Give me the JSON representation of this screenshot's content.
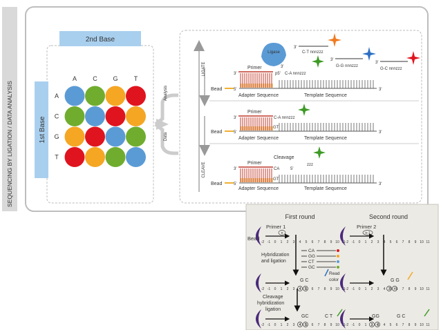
{
  "side_label": "SEQUENCING BY LIGATION / DATA ANALYSIS",
  "matrix": {
    "second_base_label": "2nd Base",
    "first_base_label": "1st Base",
    "columns": [
      "A",
      "C",
      "G",
      "T"
    ],
    "rows": [
      "A",
      "C",
      "G",
      "T"
    ],
    "colors": {
      "blue": "#5b9bd5",
      "green": "#70ad2f",
      "orange": "#f5a623",
      "red": "#e0141e"
    },
    "grid": [
      [
        "blue",
        "green",
        "orange",
        "red"
      ],
      [
        "green",
        "blue",
        "red",
        "orange"
      ],
      [
        "orange",
        "red",
        "blue",
        "green"
      ],
      [
        "red",
        "orange",
        "green",
        "blue"
      ]
    ]
  },
  "connector": {
    "analysis": "Analysis",
    "data": "Data"
  },
  "steps": {
    "ligate": "LIGATE",
    "cleave": "CLEAVE"
  },
  "panels": {
    "ligase": "Ligase",
    "primer": "Primer",
    "bead": "Bead",
    "adapter_sequence": "Adapter Sequence",
    "template_sequence": "Template Sequence",
    "cleavage": "Cleavage",
    "five_prime": "5'",
    "three_prime": "3'",
    "p5": "p5'",
    "probe_ca": "CA",
    "probe_ct": "CT",
    "probe_gg": "GG",
    "probe_gc": "GC",
    "gt": "GT",
    "ca_n": "C-A nnnzzz",
    "ct_n": "C-T nnnzzz",
    "gg_n": "G-G nnnzzz",
    "gc_n": "G-C nnnzzz",
    "cleaved_tail": "zzz"
  },
  "inset": {
    "first_round": "First round",
    "second_round": "Second round",
    "primer1": "Primer 1",
    "primer2": "Primer 2",
    "primer1_tag": "n",
    "primer2_tag": "n-1",
    "bead": "Bead",
    "hybridization": [
      "Hybridization",
      "and ligation"
    ],
    "cleavage": [
      "Cleavage",
      "hybridization",
      "ligation"
    ],
    "read_color": [
      "Read",
      "color"
    ],
    "probes": [
      "CA",
      "GG",
      "CT",
      "GC"
    ],
    "scale": [
      "-2",
      "-1",
      "0",
      "1",
      "2",
      "3",
      "4",
      "5",
      "6",
      "7",
      "8",
      "9",
      "10",
      "11"
    ],
    "row2_left": "G C",
    "row2_right": "G G",
    "row3_left_a": "GC",
    "row3_left_b": "C T",
    "row3_right_a": "GG",
    "row3_right_b": "G C",
    "circled_pairs": [
      "4",
      "5"
    ],
    "circled_pairs_b": [
      "3",
      "4"
    ]
  }
}
